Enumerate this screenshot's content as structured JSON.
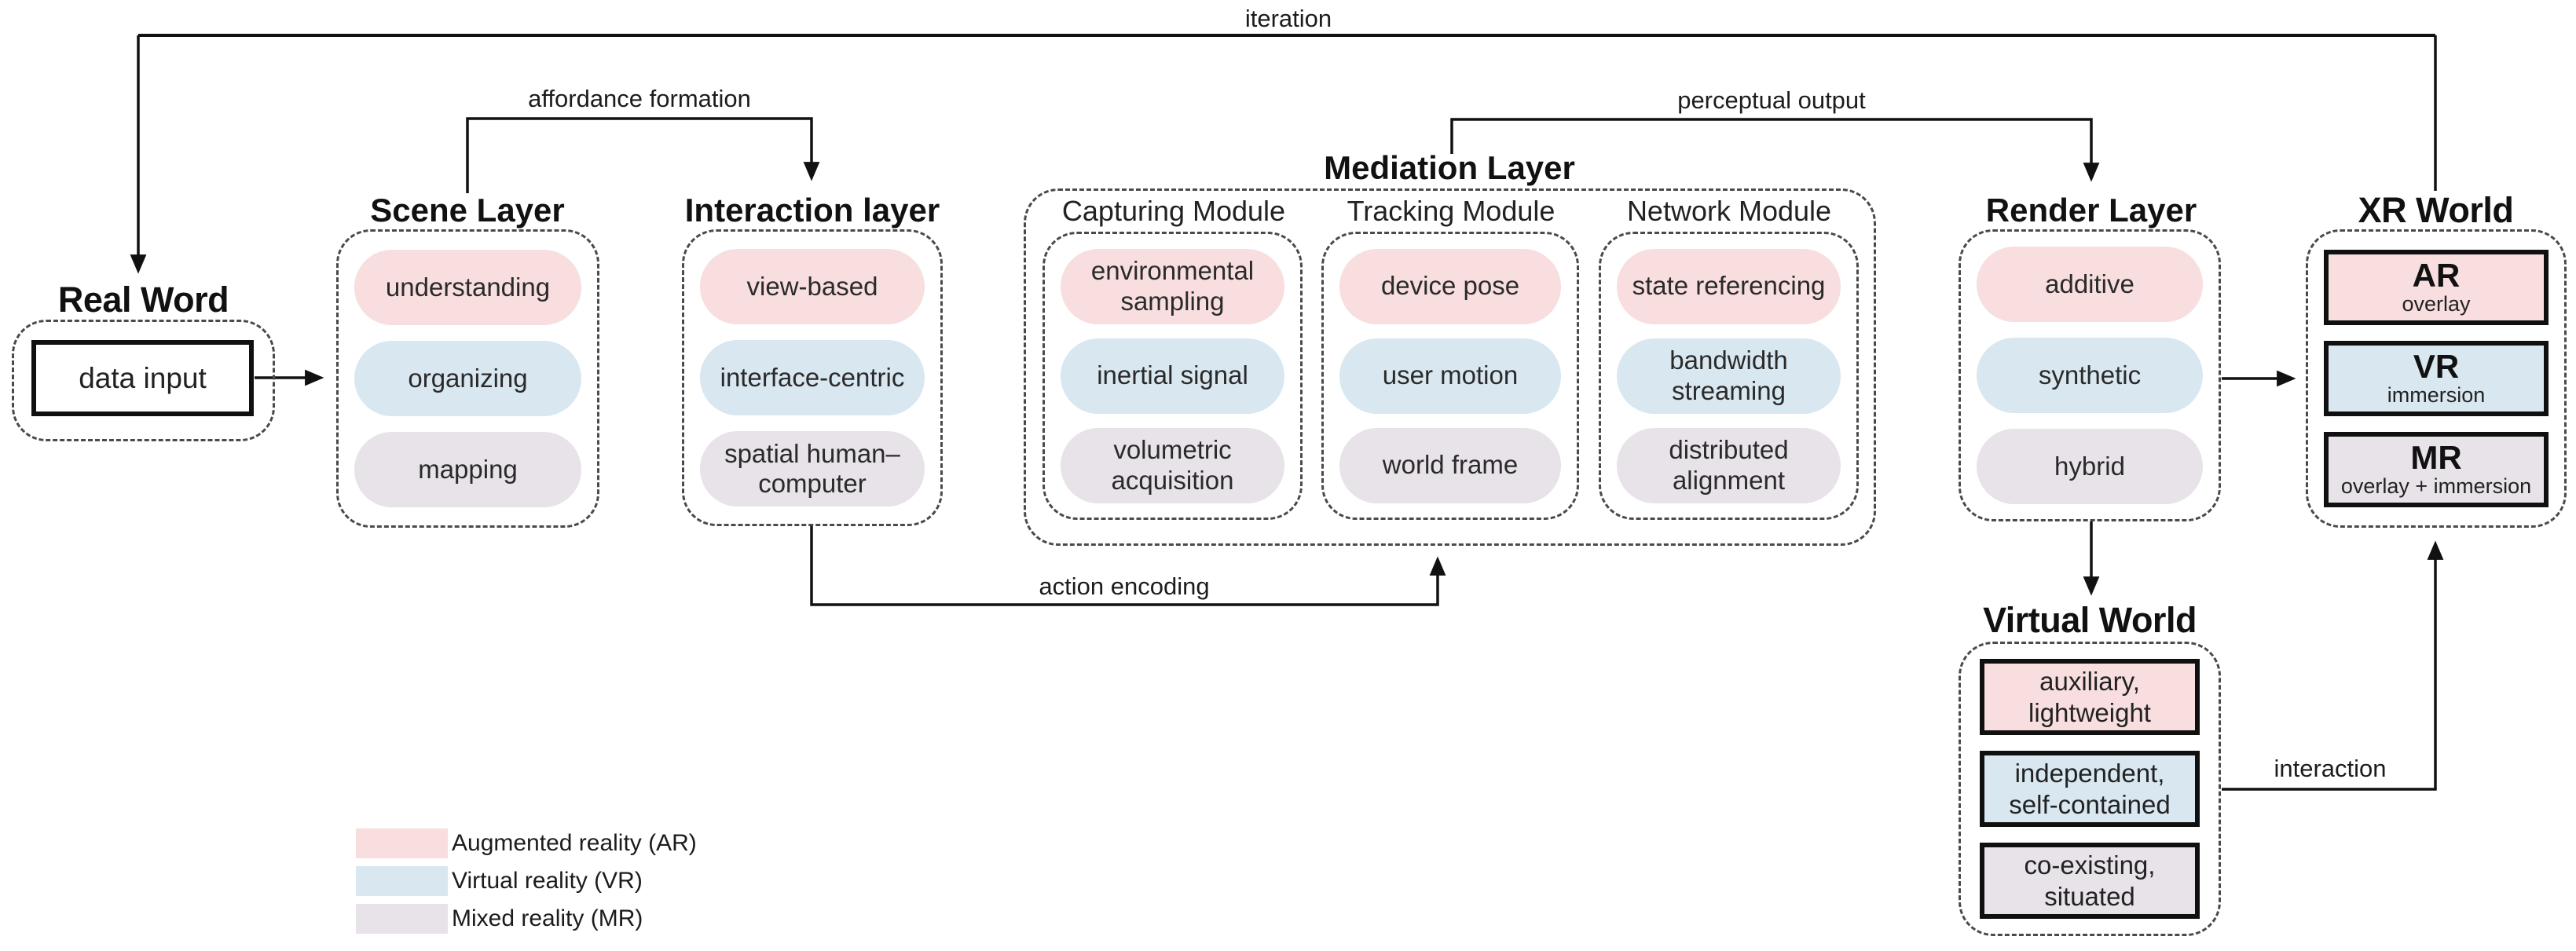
{
  "palette": {
    "ar_pink": "#f8dede",
    "vr_blue": "#d9e7f0",
    "mr_gray": "#e8e2e9",
    "line_black": "#111111"
  },
  "flow_labels": {
    "iteration": "iteration",
    "affordance_formation": "affordance formation",
    "perceptual_output": "perceptual output",
    "action_encoding": "action encoding",
    "interaction": "interaction"
  },
  "real_world": {
    "title": "Real Word",
    "input_box": "data input"
  },
  "scene_layer": {
    "title": "Scene Layer",
    "items": [
      {
        "label": "understanding"
      },
      {
        "label": "organizing"
      },
      {
        "label": "mapping"
      }
    ]
  },
  "interaction_layer": {
    "title": "Interaction layer",
    "items": [
      {
        "label": "view-based"
      },
      {
        "label": "interface-centric"
      },
      {
        "label": "spatial human–\ncomputer"
      }
    ]
  },
  "mediation_layer": {
    "title": "Mediation Layer",
    "modules": [
      {
        "title": "Capturing Module",
        "items": [
          {
            "label": "environmental\nsampling"
          },
          {
            "label": "inertial signal"
          },
          {
            "label": "volumetric\nacquisition"
          }
        ]
      },
      {
        "title": "Tracking Module",
        "items": [
          {
            "label": "device pose"
          },
          {
            "label": "user motion"
          },
          {
            "label": "world frame"
          }
        ]
      },
      {
        "title": "Network Module",
        "items": [
          {
            "label": "state referencing"
          },
          {
            "label": "bandwidth\nstreaming"
          },
          {
            "label": "distributed\nalignment"
          }
        ]
      }
    ]
  },
  "render_layer": {
    "title": "Render Layer",
    "items": [
      {
        "label": "additive"
      },
      {
        "label": "synthetic"
      },
      {
        "label": "hybrid"
      }
    ]
  },
  "xr_world": {
    "title": "XR World",
    "items": [
      {
        "label": "AR",
        "sublabel": "overlay"
      },
      {
        "label": "VR",
        "sublabel": "immersion"
      },
      {
        "label": "MR",
        "sublabel": "overlay + immersion"
      }
    ]
  },
  "virtual_world": {
    "title": "Virtual World",
    "items": [
      {
        "label": "auxiliary,\nlightweight"
      },
      {
        "label": "independent,\nself-contained"
      },
      {
        "label": "co-existing,\nsituated"
      }
    ]
  },
  "legend": {
    "items": [
      {
        "label": "Augmented reality (AR)"
      },
      {
        "label": "Virtual reality (VR)"
      },
      {
        "label": "Mixed reality (MR)"
      }
    ]
  }
}
